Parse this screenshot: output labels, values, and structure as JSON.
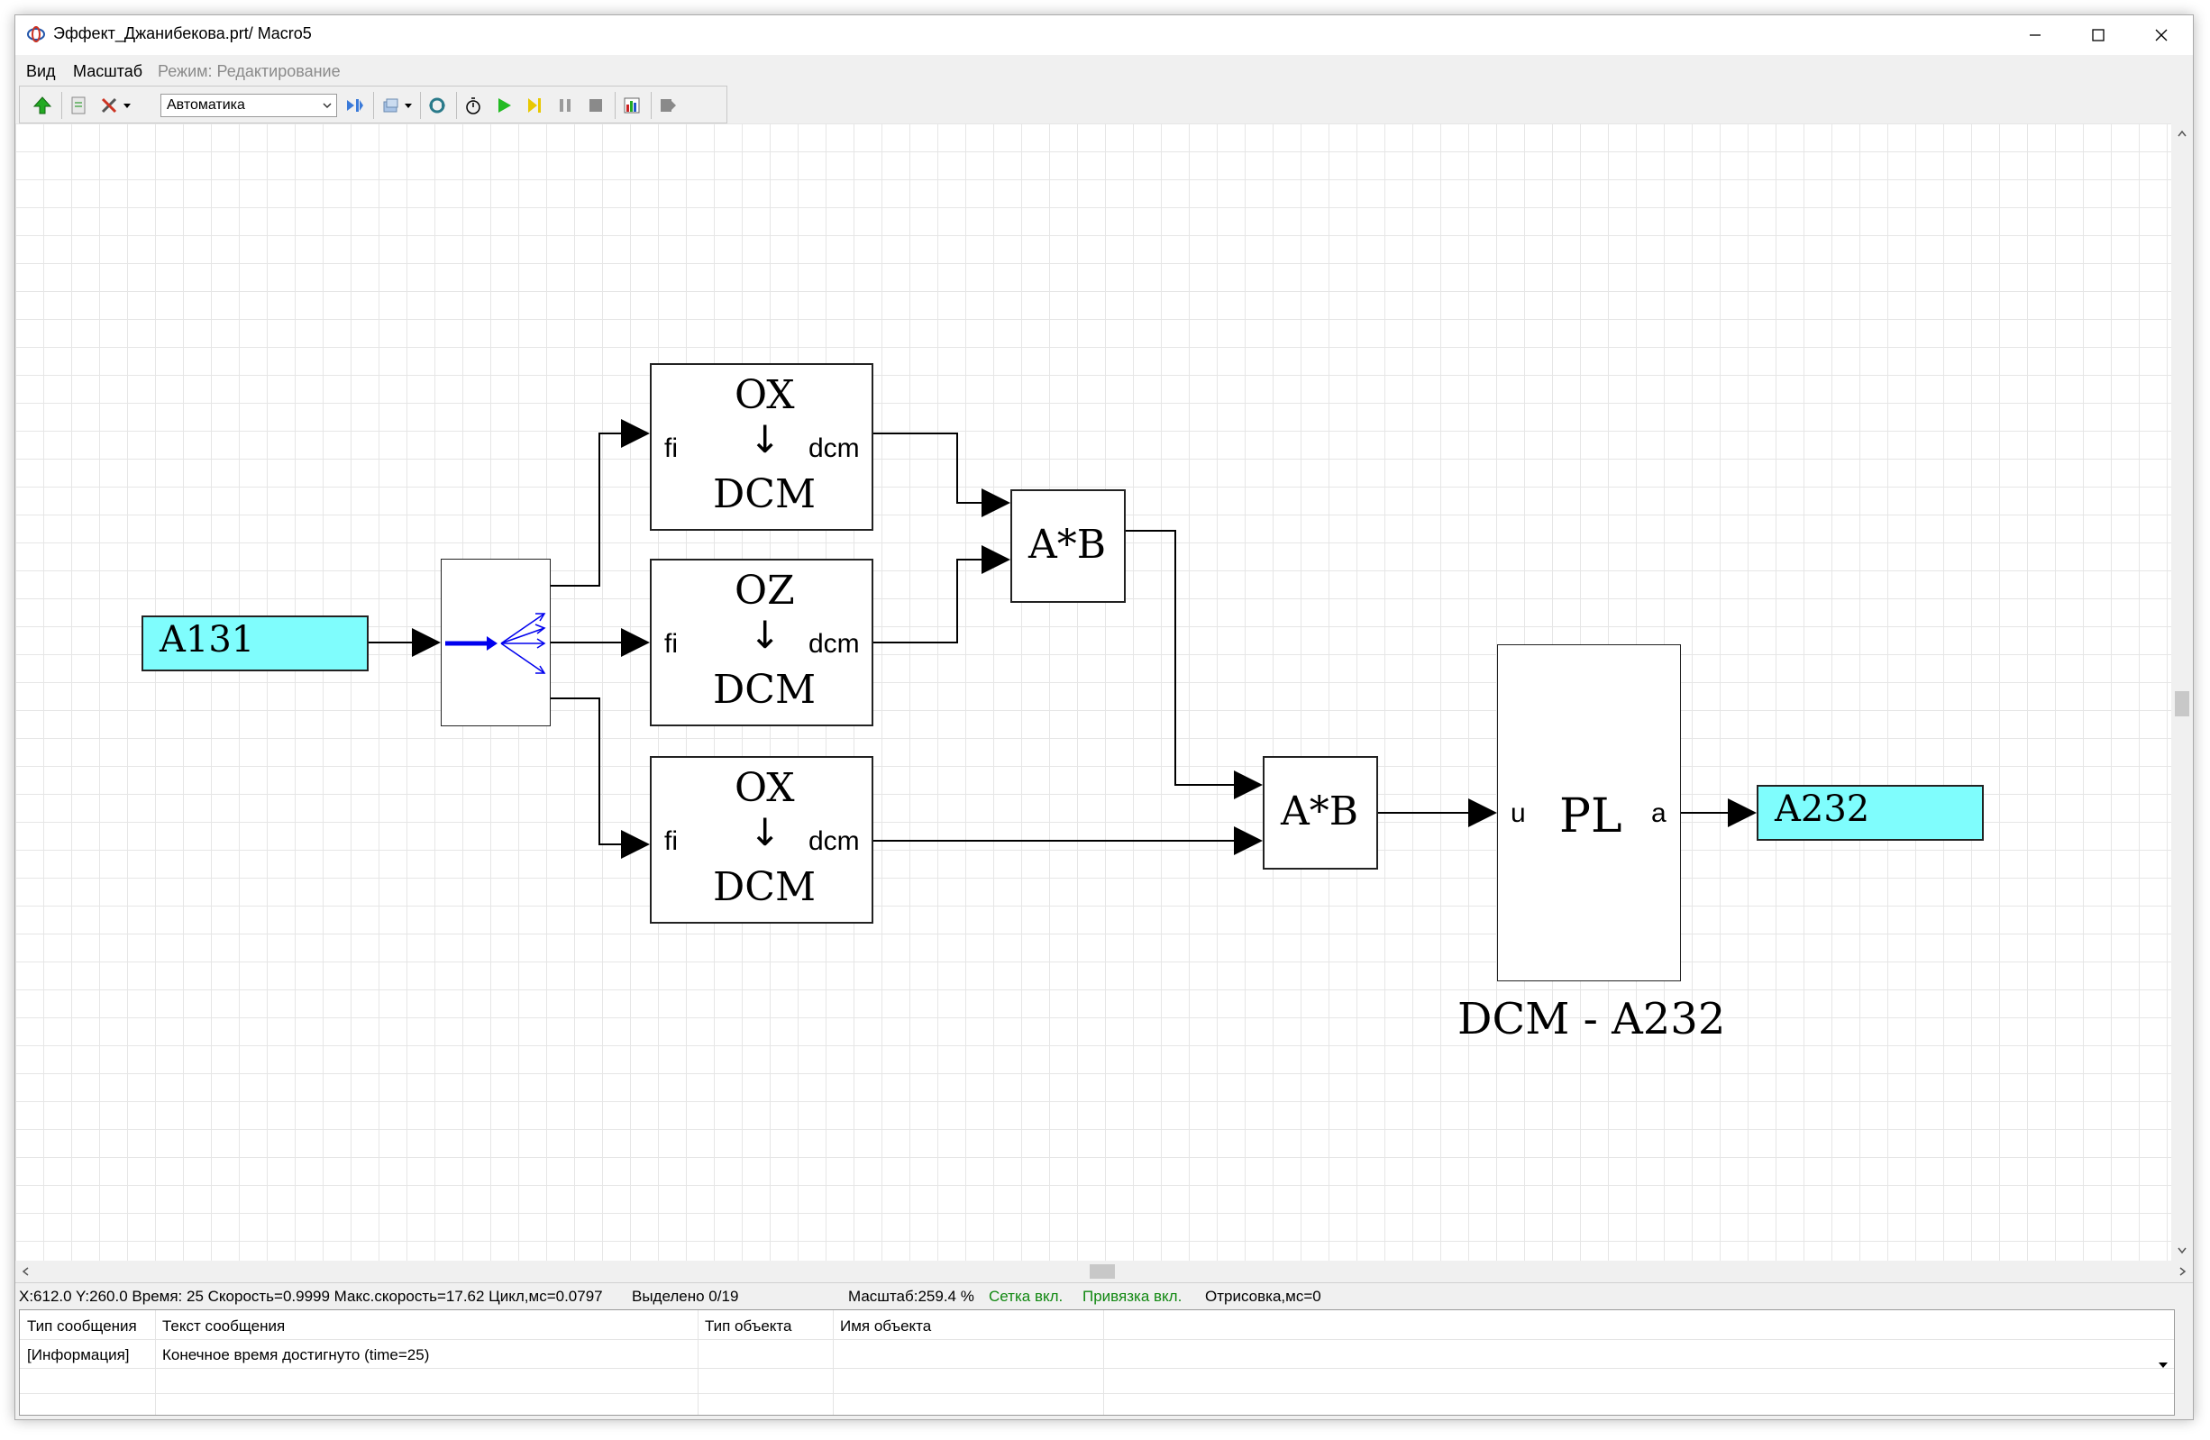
{
  "window": {
    "title": "Эффект_Джанибекова.prt/ Macro5"
  },
  "menu": {
    "view": "Вид",
    "scale": "Масштаб",
    "mode": "Режим: Редактирование"
  },
  "toolbar": {
    "solver_value": "Автоматика"
  },
  "diagram": {
    "input_block": "A131",
    "output_block": "A232",
    "conv1": {
      "top": "OX",
      "arrow": "↓",
      "bottom": "DCM",
      "in": "fi",
      "out": "dcm"
    },
    "conv2": {
      "top": "OZ",
      "arrow": "↓",
      "bottom": "DCM",
      "in": "fi",
      "out": "dcm"
    },
    "conv3": {
      "top": "OX",
      "arrow": "↓",
      "bottom": "DCM",
      "in": "fi",
      "out": "dcm"
    },
    "mult1": "A*B",
    "mult2": "A*B",
    "pl": {
      "label": "PL",
      "in": "u",
      "out": "a",
      "caption": "DCM - A232"
    }
  },
  "status": {
    "coords": "X:612.0  Y:260.0 Время: 25 Скорость=0.9999 Макс.скорость=17.62 Цикл,мс=0.0797",
    "selected": "Выделено 0/19",
    "zoom": "Масштаб:259.4 %",
    "grid": "Сетка вкл.",
    "snap": "Привязка вкл.",
    "render": "Отрисовка,мс=0"
  },
  "messages": {
    "headers": [
      "Тип сообщения",
      "Текст сообщения",
      "Тип объекта",
      "Имя объекта"
    ],
    "rows": [
      {
        "type": "[Информация]",
        "text": "Конечное время достигнуто (time=25)",
        "obj_type": "",
        "obj_name": ""
      }
    ]
  },
  "colors": {
    "io_block": "#7ffdfd",
    "status_green": "#118811",
    "splitter_arrow": "#0000ee"
  }
}
